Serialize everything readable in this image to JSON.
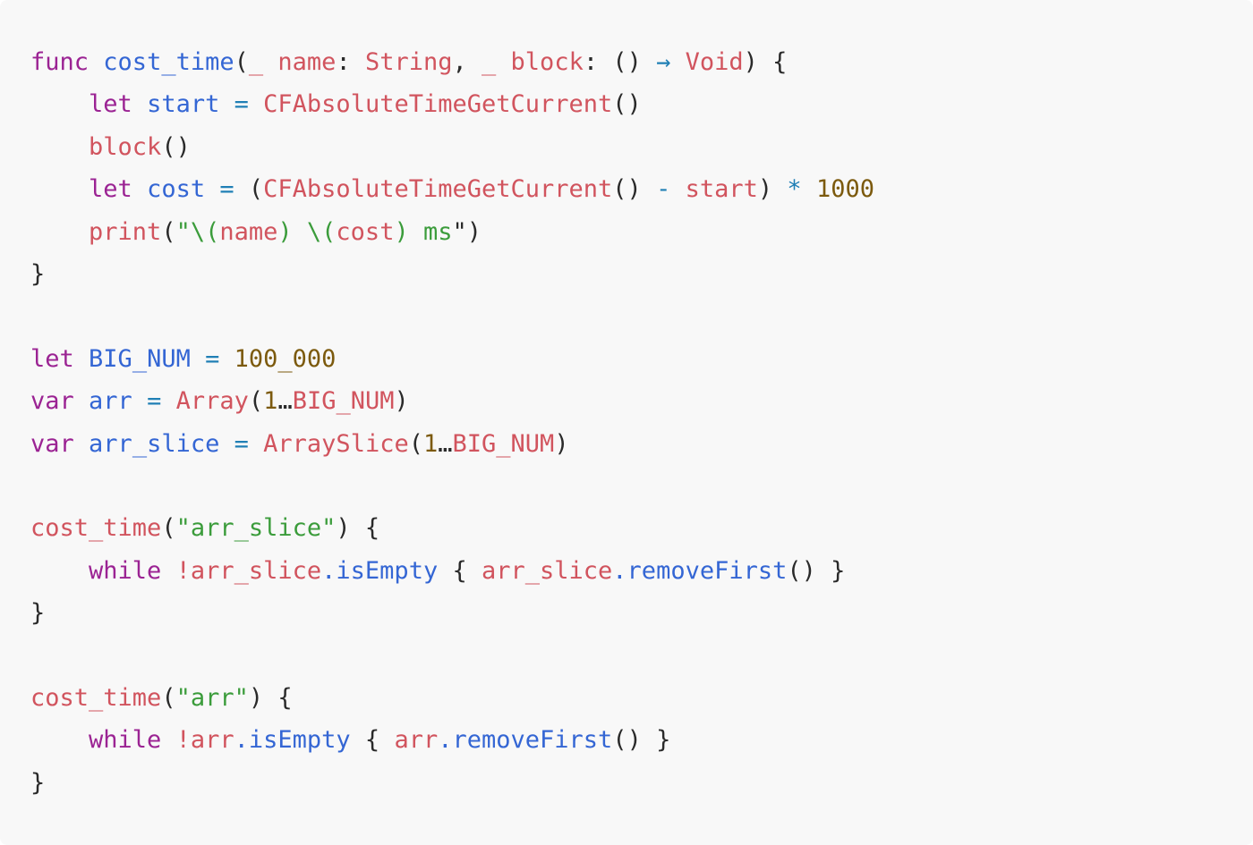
{
  "code": {
    "language": "swift",
    "colors": {
      "keyword": "#9b2393",
      "function_name": "#3466d4",
      "identifier": "#d1545e",
      "string": "#3b9c3b",
      "number": "#7c5a0e",
      "operator": "#1f7fb5",
      "plain": "#2a2a2a"
    },
    "lines": [
      [
        {
          "t": "func",
          "k": "keyword"
        },
        {
          "t": " ",
          "k": "plain"
        },
        {
          "t": "cost_time",
          "k": "function_name"
        },
        {
          "t": "(",
          "k": "plain"
        },
        {
          "t": "_",
          "k": "identifier"
        },
        {
          "t": " ",
          "k": "plain"
        },
        {
          "t": "name",
          "k": "identifier"
        },
        {
          "t": ": ",
          "k": "plain"
        },
        {
          "t": "String",
          "k": "identifier"
        },
        {
          "t": ", ",
          "k": "plain"
        },
        {
          "t": "_",
          "k": "identifier"
        },
        {
          "t": " ",
          "k": "plain"
        },
        {
          "t": "block",
          "k": "identifier"
        },
        {
          "t": ": () ",
          "k": "plain"
        },
        {
          "t": "→",
          "k": "operator"
        },
        {
          "t": " ",
          "k": "plain"
        },
        {
          "t": "Void",
          "k": "identifier"
        },
        {
          "t": ") {",
          "k": "plain"
        }
      ],
      [
        {
          "t": "    ",
          "k": "plain"
        },
        {
          "t": "let",
          "k": "keyword"
        },
        {
          "t": " ",
          "k": "plain"
        },
        {
          "t": "start",
          "k": "function_name"
        },
        {
          "t": " ",
          "k": "plain"
        },
        {
          "t": "=",
          "k": "operator"
        },
        {
          "t": " ",
          "k": "plain"
        },
        {
          "t": "CFAbsoluteTimeGetCurrent",
          "k": "identifier"
        },
        {
          "t": "()",
          "k": "plain"
        }
      ],
      [
        {
          "t": "    ",
          "k": "plain"
        },
        {
          "t": "block",
          "k": "identifier"
        },
        {
          "t": "()",
          "k": "plain"
        }
      ],
      [
        {
          "t": "    ",
          "k": "plain"
        },
        {
          "t": "let",
          "k": "keyword"
        },
        {
          "t": " ",
          "k": "plain"
        },
        {
          "t": "cost",
          "k": "function_name"
        },
        {
          "t": " ",
          "k": "plain"
        },
        {
          "t": "=",
          "k": "operator"
        },
        {
          "t": " (",
          "k": "plain"
        },
        {
          "t": "CFAbsoluteTimeGetCurrent",
          "k": "identifier"
        },
        {
          "t": "() ",
          "k": "plain"
        },
        {
          "t": "-",
          "k": "operator"
        },
        {
          "t": " ",
          "k": "plain"
        },
        {
          "t": "start",
          "k": "identifier"
        },
        {
          "t": ") ",
          "k": "plain"
        },
        {
          "t": "*",
          "k": "operator"
        },
        {
          "t": " ",
          "k": "plain"
        },
        {
          "t": "1000",
          "k": "number"
        }
      ],
      [
        {
          "t": "    ",
          "k": "plain"
        },
        {
          "t": "print",
          "k": "identifier"
        },
        {
          "t": "(",
          "k": "plain"
        },
        {
          "t": "\"\\(",
          "k": "string"
        },
        {
          "t": "name",
          "k": "identifier"
        },
        {
          "t": ") \\(",
          "k": "string"
        },
        {
          "t": "cost",
          "k": "identifier"
        },
        {
          "t": ") ms",
          "k": "string"
        },
        {
          "t": "\"",
          "k": "plain"
        },
        {
          "t": ")",
          "k": "plain"
        }
      ],
      [
        {
          "t": "}",
          "k": "plain"
        }
      ],
      [],
      [
        {
          "t": "let",
          "k": "keyword"
        },
        {
          "t": " ",
          "k": "plain"
        },
        {
          "t": "BIG_NUM",
          "k": "function_name"
        },
        {
          "t": " ",
          "k": "plain"
        },
        {
          "t": "=",
          "k": "operator"
        },
        {
          "t": " ",
          "k": "plain"
        },
        {
          "t": "100_000",
          "k": "number"
        }
      ],
      [
        {
          "t": "var",
          "k": "keyword"
        },
        {
          "t": " ",
          "k": "plain"
        },
        {
          "t": "arr",
          "k": "function_name"
        },
        {
          "t": " ",
          "k": "plain"
        },
        {
          "t": "=",
          "k": "operator"
        },
        {
          "t": " ",
          "k": "plain"
        },
        {
          "t": "Array",
          "k": "identifier"
        },
        {
          "t": "(",
          "k": "plain"
        },
        {
          "t": "1",
          "k": "number"
        },
        {
          "t": "…",
          "k": "plain"
        },
        {
          "t": "BIG_NUM",
          "k": "identifier"
        },
        {
          "t": ")",
          "k": "plain"
        }
      ],
      [
        {
          "t": "var",
          "k": "keyword"
        },
        {
          "t": " ",
          "k": "plain"
        },
        {
          "t": "arr_slice",
          "k": "function_name"
        },
        {
          "t": " ",
          "k": "plain"
        },
        {
          "t": "=",
          "k": "operator"
        },
        {
          "t": " ",
          "k": "plain"
        },
        {
          "t": "ArraySlice",
          "k": "identifier"
        },
        {
          "t": "(",
          "k": "plain"
        },
        {
          "t": "1",
          "k": "number"
        },
        {
          "t": "…",
          "k": "plain"
        },
        {
          "t": "BIG_NUM",
          "k": "identifier"
        },
        {
          "t": ")",
          "k": "plain"
        }
      ],
      [],
      [
        {
          "t": "cost_time",
          "k": "identifier"
        },
        {
          "t": "(",
          "k": "plain"
        },
        {
          "t": "\"arr_slice\"",
          "k": "string"
        },
        {
          "t": ") {",
          "k": "plain"
        }
      ],
      [
        {
          "t": "    ",
          "k": "plain"
        },
        {
          "t": "while",
          "k": "keyword"
        },
        {
          "t": " ",
          "k": "plain"
        },
        {
          "t": "!",
          "k": "identifier"
        },
        {
          "t": "arr_slice",
          "k": "identifier"
        },
        {
          "t": ".isEmpty",
          "k": "function_name"
        },
        {
          "t": " { ",
          "k": "plain"
        },
        {
          "t": "arr_slice",
          "k": "identifier"
        },
        {
          "t": ".removeFirst",
          "k": "function_name"
        },
        {
          "t": "() }",
          "k": "plain"
        }
      ],
      [
        {
          "t": "}",
          "k": "plain"
        }
      ],
      [],
      [
        {
          "t": "cost_time",
          "k": "identifier"
        },
        {
          "t": "(",
          "k": "plain"
        },
        {
          "t": "\"arr\"",
          "k": "string"
        },
        {
          "t": ") {",
          "k": "plain"
        }
      ],
      [
        {
          "t": "    ",
          "k": "plain"
        },
        {
          "t": "while",
          "k": "keyword"
        },
        {
          "t": " ",
          "k": "plain"
        },
        {
          "t": "!",
          "k": "identifier"
        },
        {
          "t": "arr",
          "k": "identifier"
        },
        {
          "t": ".isEmpty",
          "k": "function_name"
        },
        {
          "t": " { ",
          "k": "plain"
        },
        {
          "t": "arr",
          "k": "identifier"
        },
        {
          "t": ".removeFirst",
          "k": "function_name"
        },
        {
          "t": "() }",
          "k": "plain"
        }
      ],
      [
        {
          "t": "}",
          "k": "plain"
        }
      ]
    ]
  }
}
